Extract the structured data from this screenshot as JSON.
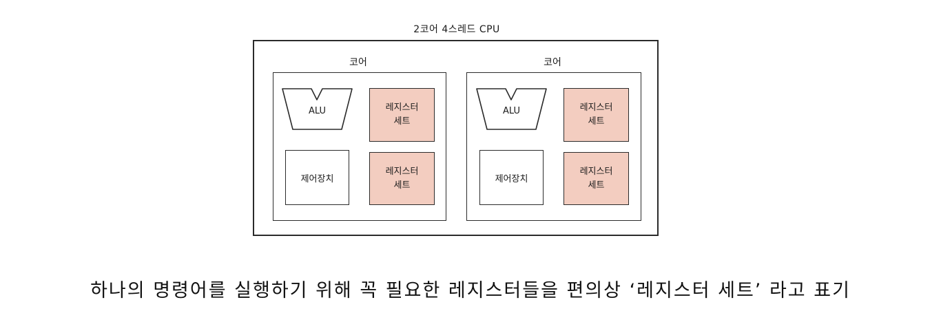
{
  "diagram": {
    "title": "2코어 4스레드 CPU",
    "cores": [
      {
        "label": "코어",
        "alu": "ALU",
        "control_unit": "제어장치",
        "register_sets": [
          {
            "line1": "레지스터",
            "line2": "세트"
          },
          {
            "line1": "레지스터",
            "line2": "세트"
          }
        ]
      },
      {
        "label": "코어",
        "alu": "ALU",
        "control_unit": "제어장치",
        "register_sets": [
          {
            "line1": "레지스터",
            "line2": "세트"
          },
          {
            "line1": "레지스터",
            "line2": "세트"
          }
        ]
      }
    ]
  },
  "caption": "하나의 명령어를 실행하기 위해 꼭 필요한 레지스터들을 편의상 ‘레지스터 세트’ 라고 표기",
  "colors": {
    "register_fill": "#f3cdc0",
    "stroke": "#2a2a2a",
    "background": "#ffffff"
  }
}
